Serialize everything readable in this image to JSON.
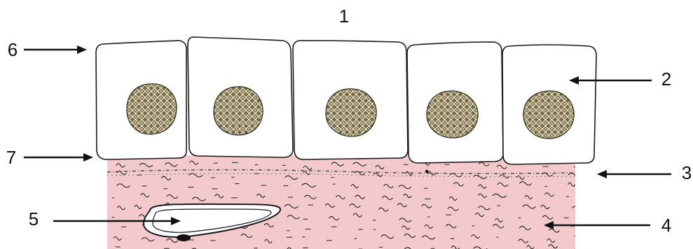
{
  "labels": [
    "1",
    "2",
    "3",
    "4",
    "5",
    "6",
    "7"
  ],
  "colors": {
    "connective_tissue": "#f4c9cc",
    "nucleus_fill": "#8a7f5c",
    "nucleus_pattern": "#f2ead0",
    "outline": "#1a1a1a"
  }
}
